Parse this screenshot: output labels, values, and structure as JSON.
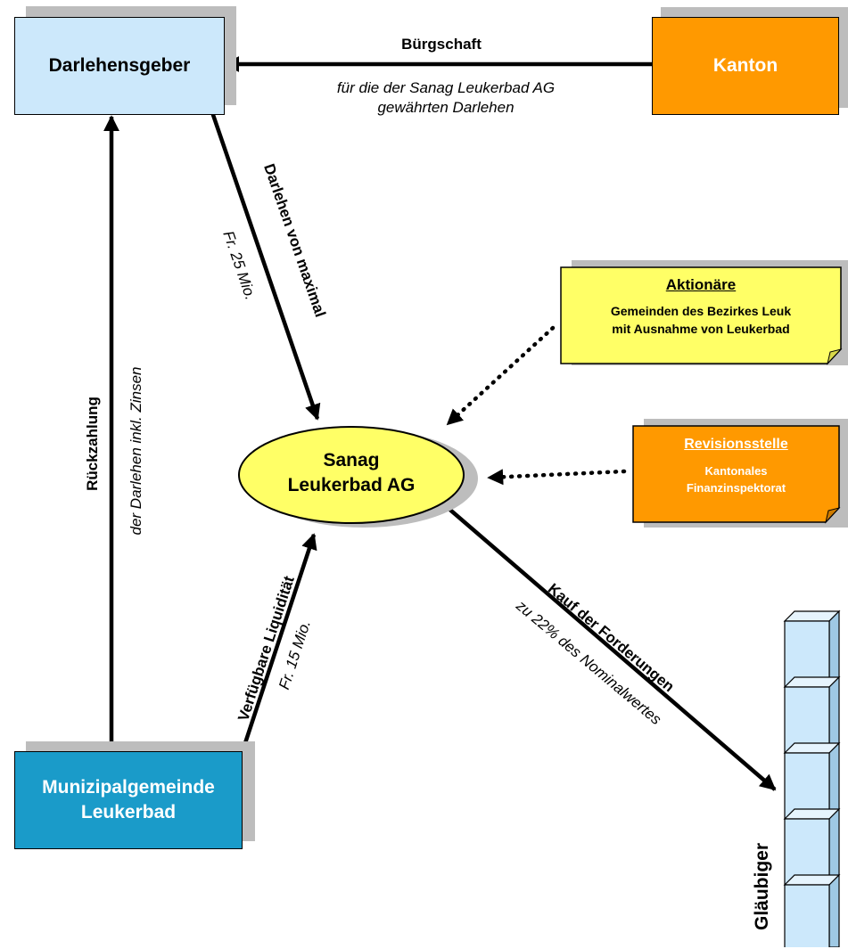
{
  "nodes": {
    "darlehensgeber": "Darlehensgeber",
    "kanton": "Kanton",
    "sanag": [
      "Sanag",
      "Leukerbad AG"
    ],
    "gemeinde": [
      "Munizipalgemeinde",
      "Leukerbad"
    ],
    "glaeubiger": "Gläubiger",
    "aktionaere": {
      "title": "Aktionäre",
      "lines": [
        "Gemeinden des Bezirkes Leuk",
        "mit Ausnahme von Leukerbad"
      ]
    },
    "revisionsstelle": {
      "title": "Revisionsstelle",
      "lines": [
        "Kantonales",
        "Finanzinspektorat"
      ]
    }
  },
  "edges": {
    "buergschaft": {
      "label": "Bürgschaft",
      "sub": [
        "für die der Sanag Leukerbad AG",
        "gewährten Darlehen"
      ]
    },
    "darlehen": {
      "label": "Darlehen von maximal",
      "sub": "Fr. 25 Mio."
    },
    "rueckzahlung": {
      "label": "Rückzahlung",
      "sub": "der Darlehen inkl. Zinsen"
    },
    "liquiditaet": {
      "label": "Verfügbare Liquidität",
      "sub": "Fr. 15 Mio."
    },
    "kauf": {
      "label": "Kauf der Forderungen",
      "sub": "zu 22% des Nominalwertes"
    }
  },
  "colors": {
    "light_blue": "#cce8fb",
    "orange": "#ff9900",
    "teal": "#1a9bc9",
    "yellow": "#ffff66",
    "shadow": "#bdbdbd"
  }
}
